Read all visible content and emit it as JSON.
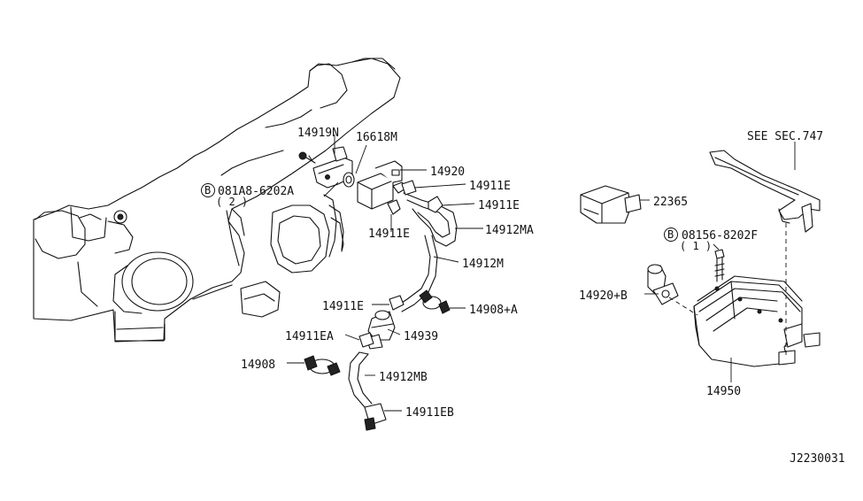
{
  "parts": {
    "p14919N": "14919N",
    "p16618M": "16618M",
    "p14920": "14920",
    "p14911E_a": "14911E",
    "p14911E_b": "14911E",
    "p14911E_c": "14911E",
    "p14911E_d": "14911E",
    "p14912MA": "14912MA",
    "p14912M": "14912M",
    "p14908A": "14908+A",
    "p14911EA": "14911EA",
    "p14939": "14939",
    "p14908": "14908",
    "p14912MB": "14912MB",
    "p14911EB": "14911EB",
    "p22365": "22365",
    "p14920B": "14920+B",
    "p14950": "14950",
    "see_sec": "SEE SEC.747"
  },
  "bolts": {
    "left": {
      "marker": "B",
      "part": "081A8-6202A",
      "qty": "( 2 )"
    },
    "right": {
      "marker": "B",
      "part": "08156-8202F",
      "qty": "( 1 )"
    }
  },
  "figure_id": "J2230031"
}
